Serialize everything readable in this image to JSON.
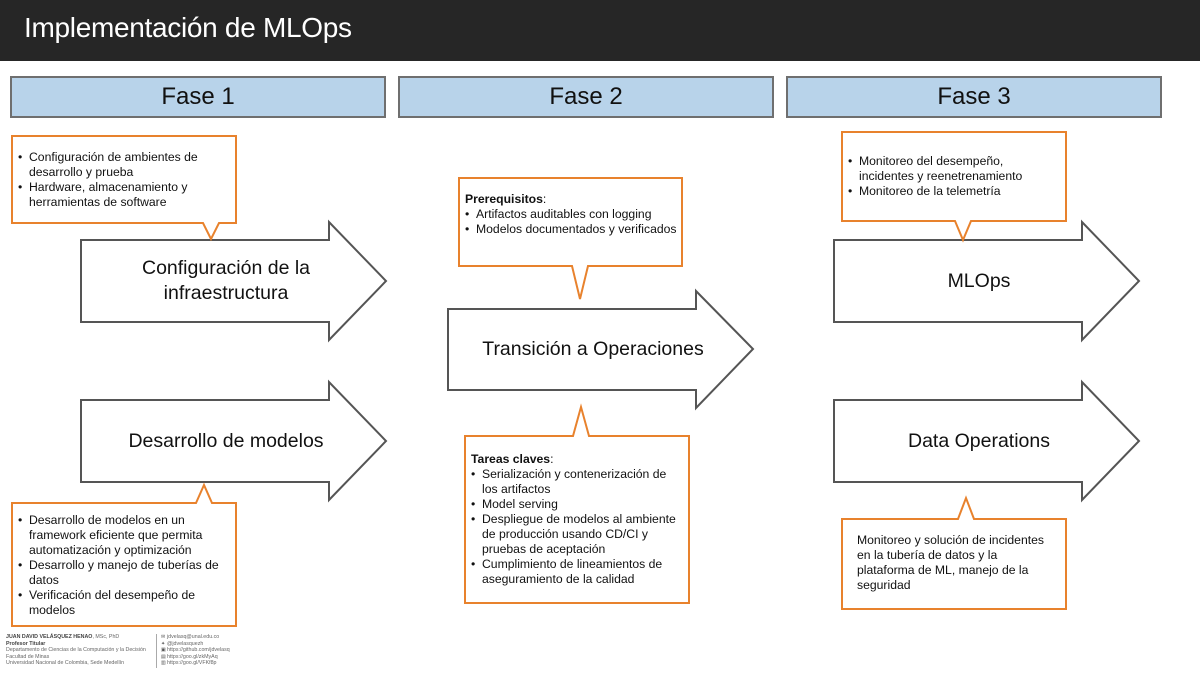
{
  "header": {
    "title": "Implementación de MLOps"
  },
  "phases": [
    "Fase 1",
    "Fase 2",
    "Fase 3"
  ],
  "arrows": {
    "infra": [
      "Configuración de la",
      "infraestructura"
    ],
    "modelos": "Desarrollo de modelos",
    "transicion": "Transición a Operaciones",
    "mlops": "MLOps",
    "dataops": "Data Operations"
  },
  "callouts": {
    "infra": {
      "items": [
        "Configuración de ambientes de desarrollo y prueba",
        "Hardware, almacenamiento y herramientas de software"
      ]
    },
    "modelos": {
      "items": [
        "Desarrollo de modelos en un framework eficiente que permita automatización y optimización",
        "Desarrollo y manejo de tuberías de datos",
        "Verificación del desempeño de modelos"
      ]
    },
    "prereq": {
      "heading": "Prerequisitos",
      "items": [
        "Artifactos auditables con logging",
        "Modelos documentados y verificados"
      ]
    },
    "tareas": {
      "heading": "Tareas claves",
      "items": [
        "Serialización y contenerización de los artifactos",
        "Model serving",
        "Despliegue de modelos al ambiente de producción usando CD/CI y pruebas de aceptación",
        "Cumplimiento de lineamientos de aseguramiento de la calidad"
      ]
    },
    "mlops": {
      "items": [
        "Monitoreo del desempeño, incidentes y reenetrenamiento",
        "Monitoreo de la telemetría"
      ]
    },
    "dataops": {
      "text": "Monitoreo y solución de incidentes en la tubería de datos y la plataforma de ML, manejo de la seguridad"
    }
  },
  "footer": {
    "name": "JUAN DAVID VELÁSQUEZ HENAO",
    "degree": ", MSc, PhD",
    "role": "Profesor Titular",
    "dept": "Departamento de Ciencias de la Computación y la Decisión",
    "faculty": "Facultad de Minas",
    "university": "Universidad Nacional de Colombia, Sede Medellín",
    "contacts": [
      {
        "icon": "email-icon",
        "glyph": "✉",
        "text": "jdvelasq@unal.edu.co"
      },
      {
        "icon": "twitter-icon",
        "glyph": "✦",
        "text": "@jdvelasquezh"
      },
      {
        "icon": "github-icon",
        "glyph": "▣",
        "text": "https://github.com/jdvelasq"
      },
      {
        "icon": "slides-icon",
        "glyph": "▤",
        "text": "https://goo.gl/zkMyAq"
      },
      {
        "icon": "link-icon",
        "glyph": "▥",
        "text": "https://goo.gl/VFKf8p"
      }
    ]
  },
  "colors": {
    "title_bar": "#262626",
    "phase_fill": "#b8d3ea",
    "phase_border": "#6f6f6f",
    "callout_border": "#e8822d",
    "arrow_border": "#555555"
  }
}
